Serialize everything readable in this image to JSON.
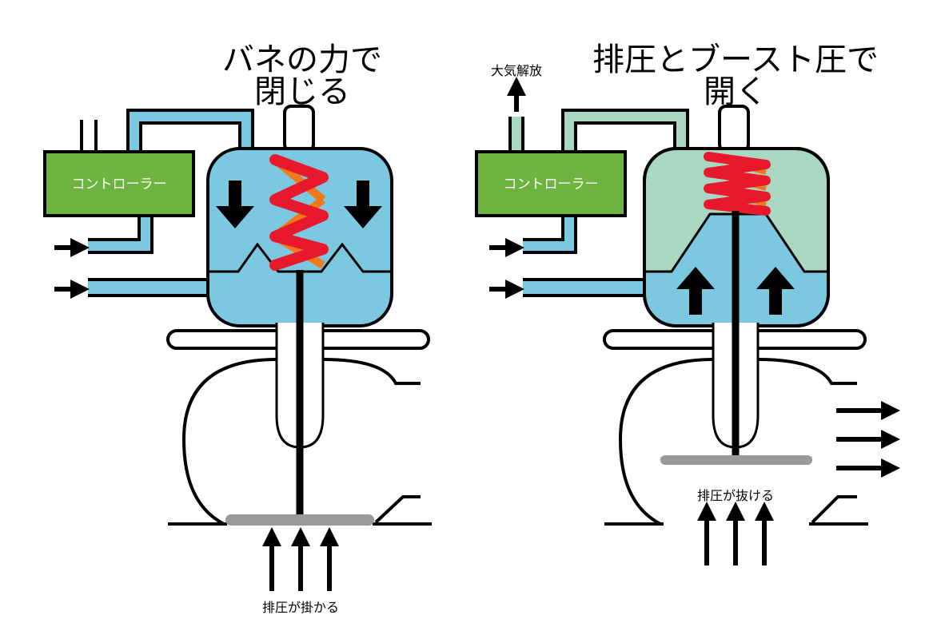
{
  "colors": {
    "hose_blue": "#7cc8e0",
    "hose_green": "#a8d8c2",
    "controller_green": "#6db33f",
    "spring_red": "#e8192c",
    "spring_orange": "#f07a1a",
    "valve_gray": "#999999"
  },
  "left_panel": {
    "title_line1": "バネの力で",
    "title_line2": "閉じる",
    "controller_label": "コントローラー",
    "bottom_label": "排圧が掛かる"
  },
  "right_panel": {
    "title_line1": "排圧とブースト圧で",
    "title_line2": "開く",
    "controller_label": "コントローラー",
    "vent_label": "大気解放",
    "flow_label": "排圧が抜ける"
  }
}
